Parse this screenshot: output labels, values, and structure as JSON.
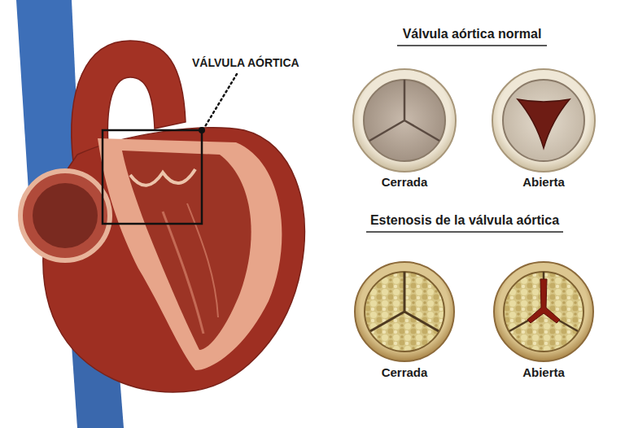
{
  "diagram": {
    "labels": [
      "VÁLVULA AÓRTICA",
      "Válvula aórtica normal",
      "Cerrada",
      "Abierta",
      "Estenosis de la válvula aórtica",
      "Cerrada",
      "Abierta"
    ]
  }
}
